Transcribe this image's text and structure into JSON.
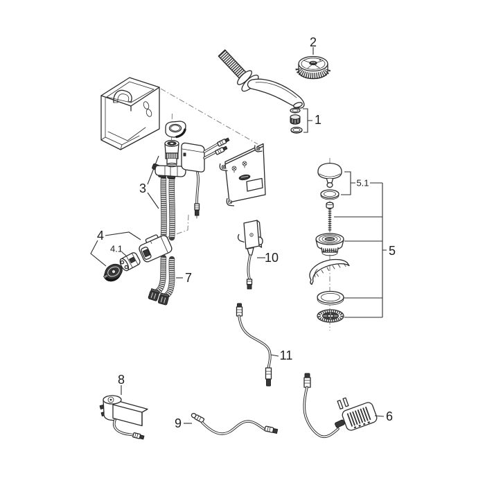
{
  "page": {
    "background": "#ffffff",
    "ink": "#2a2a2a"
  },
  "callouts": {
    "c1": {
      "label": "1"
    },
    "c2": {
      "label": "2"
    },
    "c3": {
      "label": "3"
    },
    "c4": {
      "label": "4"
    },
    "c4_1": {
      "label": "4.1"
    },
    "c5": {
      "label": "5"
    },
    "c5_1": {
      "label": "5.1"
    },
    "c6": {
      "label": "6"
    },
    "c7": {
      "label": "7"
    },
    "c8": {
      "label": "8"
    },
    "c9": {
      "label": "9"
    },
    "c10": {
      "label": "10"
    },
    "c11": {
      "label": "11"
    }
  }
}
